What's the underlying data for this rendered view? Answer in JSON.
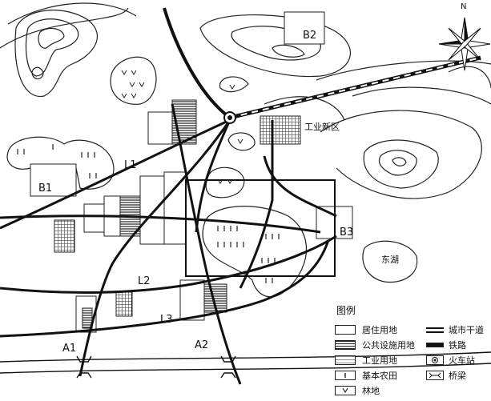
{
  "north": "N",
  "labels": {
    "B1": "B1",
    "B2": "B2",
    "B3": "B3",
    "L1": "L1",
    "L2": "L2",
    "L3": "L3",
    "A1": "A1",
    "A2": "A2",
    "industrial_new_zone": "工业新区",
    "east_lake": "东湖"
  },
  "legend": {
    "title": "图例",
    "items": [
      {
        "label": "居住用地",
        "icon": "residential"
      },
      {
        "label": "公共设施用地",
        "icon": "public-facility"
      },
      {
        "label": "工业用地",
        "icon": "industrial"
      },
      {
        "label": "基本农田",
        "icon": "farmland"
      },
      {
        "label": "林地",
        "icon": "forest"
      },
      {
        "label": "城市干道",
        "icon": "main-road"
      },
      {
        "label": "铁路",
        "icon": "railway"
      },
      {
        "label": "火车站",
        "icon": "train-station"
      },
      {
        "label": "桥梁",
        "icon": "bridge"
      }
    ]
  }
}
